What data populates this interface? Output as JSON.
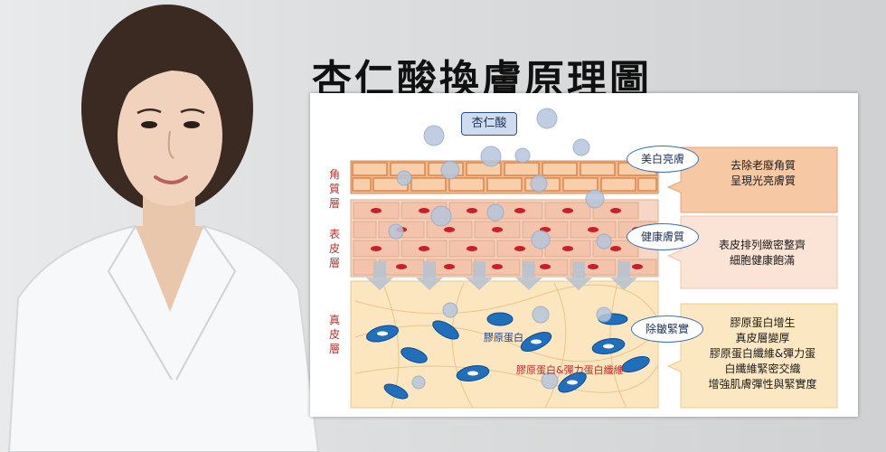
{
  "title": "杏仁酸換膚原理圖",
  "molecule_label": "杏仁酸",
  "layers": [
    {
      "label": "角質層"
    },
    {
      "label": "表皮層"
    },
    {
      "label": "真皮層"
    }
  ],
  "effects": [
    {
      "oval": "美白亮膚",
      "lines": [
        "去除老廢角質",
        "呈現光亮膚質"
      ],
      "color": "#f6c9a4"
    },
    {
      "oval": "健康膚質",
      "lines": [
        "表皮排列緻密整齊",
        "細胞健康飽滿"
      ],
      "color": "#fbe4d6"
    },
    {
      "oval": "除皺緊實",
      "lines": [
        "膠原蛋白增生",
        "真皮層變厚",
        "膠原蛋白纖維&彈力蛋",
        "白纖維緊密交織",
        "增強肌膚彈性與緊實度"
      ],
      "color": "#fbe8c2"
    }
  ],
  "inner_labels": {
    "collagen": "膠原蛋白",
    "collagen_elastin": "膠原蛋白&彈力蛋白纖維"
  }
}
